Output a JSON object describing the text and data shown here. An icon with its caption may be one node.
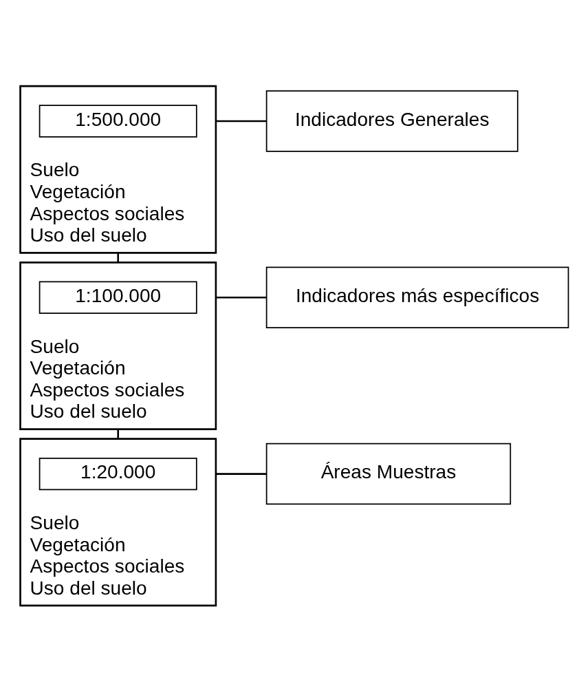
{
  "diagram": {
    "nodes": [
      {
        "text": [
          "Suelo",
          "Vegetación",
          "Aspectos sociales",
          "Uso del suelo"
        ]
      },
      {
        "text": [
          "1:500.000"
        ],
        "in": 0
      },
      {
        "text": [
          "Indicadores Generales"
        ]
      },
      {
        "text": [
          "Suelo",
          "Vegetación",
          "Aspectos sociales",
          "Uso del suelo"
        ]
      },
      {
        "text": [
          "1:100.000"
        ],
        "in": 3
      },
      {
        "text": [
          "Indicadores más específicos"
        ]
      },
      {
        "text": [
          "Suelo",
          "Vegetación",
          "Aspectos sociales",
          "Uso del suelo"
        ]
      },
      {
        "text": [
          "1:20.000"
        ],
        "in": 6
      },
      {
        "text": [
          "Áreas Muestras"
        ]
      }
    ],
    "edges": [
      {
        "from": 0,
        "to": 2,
        "arrow": "none"
      },
      {
        "from": 0,
        "to": 3,
        "arrow": "none"
      },
      {
        "from": 3,
        "to": 5,
        "arrow": "none"
      },
      {
        "from": 3,
        "to": 6,
        "arrow": "none"
      },
      {
        "from": 6,
        "to": 8,
        "arrow": "none"
      }
    ]
  }
}
